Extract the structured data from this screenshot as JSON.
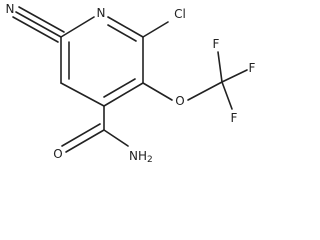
{
  "atoms": {
    "nitrile_n": "N",
    "ring_n": "N",
    "cl": "Cl",
    "o": "O",
    "f_top": "F",
    "f_right": "F",
    "f_bottom": "F",
    "carbonyl_o": "O",
    "amide": "NH",
    "amide_sub": "2"
  }
}
